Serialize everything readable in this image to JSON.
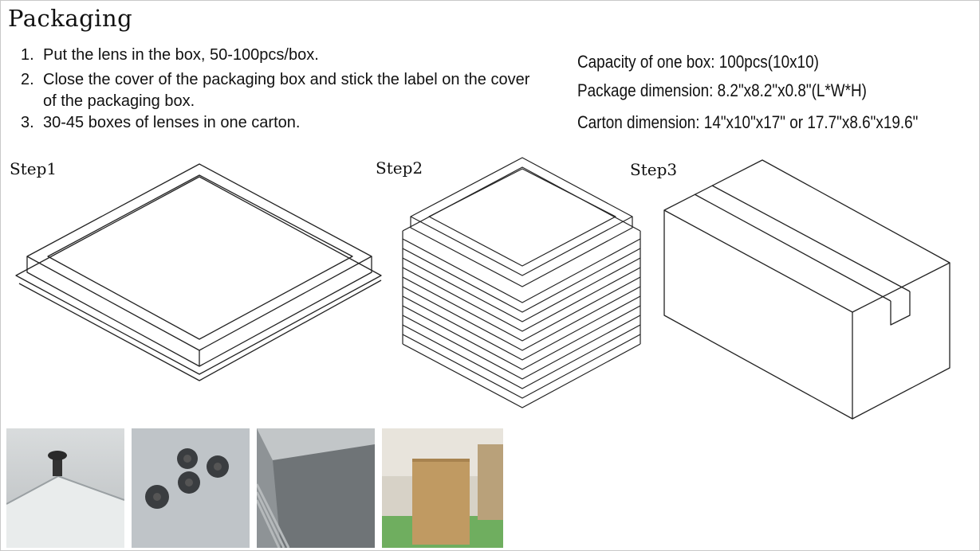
{
  "title": "Packaging",
  "instructions": [
    {
      "num": "1.",
      "text": "Put the lens in the box, 50-100pcs/box."
    },
    {
      "num": "2.",
      "text": "Close the cover of the packaging box and stick the label on the cover of the packaging box."
    },
    {
      "num": "3.",
      "text": "30-45 boxes of lenses in one carton."
    }
  ],
  "specs": {
    "capacity": "Capacity of one box: 100pcs(10x10)",
    "package_dimension": "Package dimension: 8.2\"x8.2\"x0.8\"(L*W*H)",
    "carton_dimension": "Carton dimension: 14\"x10\"x17\" or 17.7\"x8.6\"x19.6\""
  },
  "step_labels": [
    "Step1",
    "Step2",
    "Step3"
  ],
  "photos": [
    "lens-on-tray-photo",
    "lenses-in-tray-photo",
    "stacked-trays-photo",
    "carton-box-photo"
  ]
}
